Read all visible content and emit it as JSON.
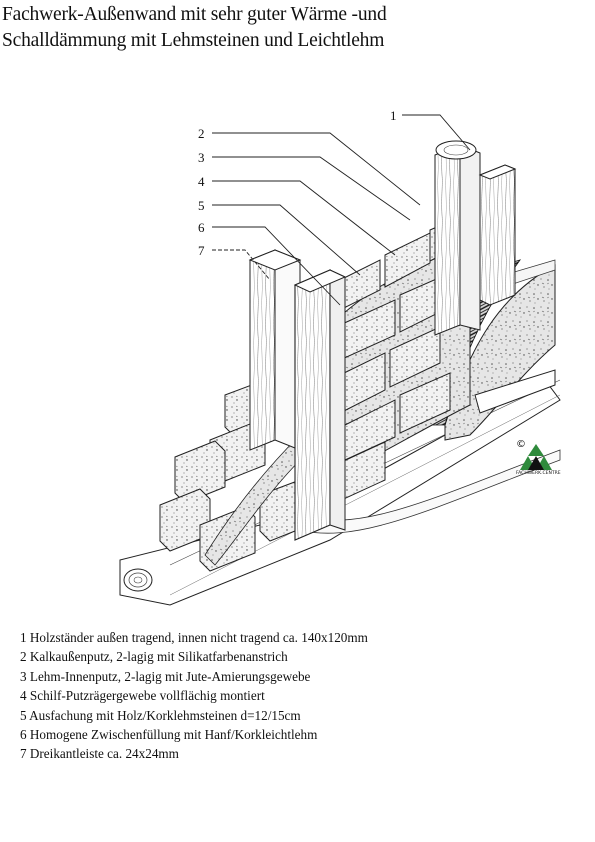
{
  "title": {
    "line1": "Fachwerk-Außenwand mit sehr guter Wärme -und",
    "line2": "Schalldämmung mit Lehmsteinen und Leichtlehm"
  },
  "callouts": [
    "1",
    "2",
    "3",
    "4",
    "5",
    "6",
    "7"
  ],
  "legend": [
    "1 Holzständer außen tragend, innen nicht tragend ca. 140x120mm",
    "2 Kalkaußenputz, 2-lagig mit Silikatfarbenanstrich",
    "3 Lehm-Innenputz, 2-lagig mit Jute-Amierungsgewebe",
    "4 Schilf-Putzrägergewebe vollflächig montiert",
    "5 Ausfachung mit Holz/Korklehmsteinen d=12/15cm",
    "6 Homogene Zwischenfüllung mit Hanf/Korkleichtlehm",
    "7 Dreikantleiste ca. 24x24mm"
  ],
  "logo": {
    "copyright": "©",
    "label": "FACHWERK.CENTRE",
    "colors": {
      "green": "#2f8a3c",
      "blackTri": "#111111"
    }
  },
  "icons": [
    "copyright-icon",
    "tree-triangle-logo-icon"
  ]
}
